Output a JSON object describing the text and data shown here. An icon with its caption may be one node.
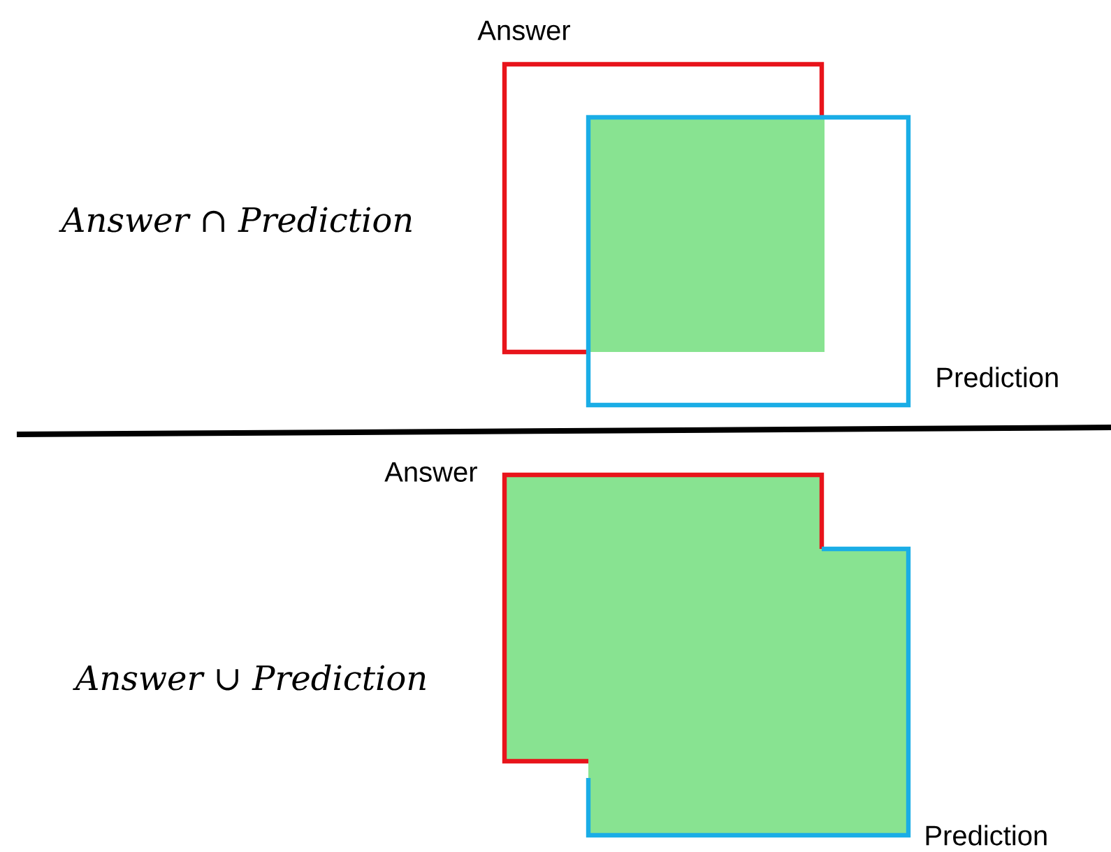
{
  "diagram": {
    "nodes": [
      {
        "text": [
          "Answer"
        ]
      },
      {
        "text": [
          "Prediction"
        ]
      },
      {
        "text": [],
        "shape": "box"
      },
      {
        "text": [
          "Answer"
        ]
      },
      {
        "text": [
          "Prediction"
        ]
      },
      {
        "text": [],
        "shape": "box"
      }
    ],
    "labels": [
      "Answer ∩ Prediction",
      "Answer ∪ Prediction"
    ]
  }
}
